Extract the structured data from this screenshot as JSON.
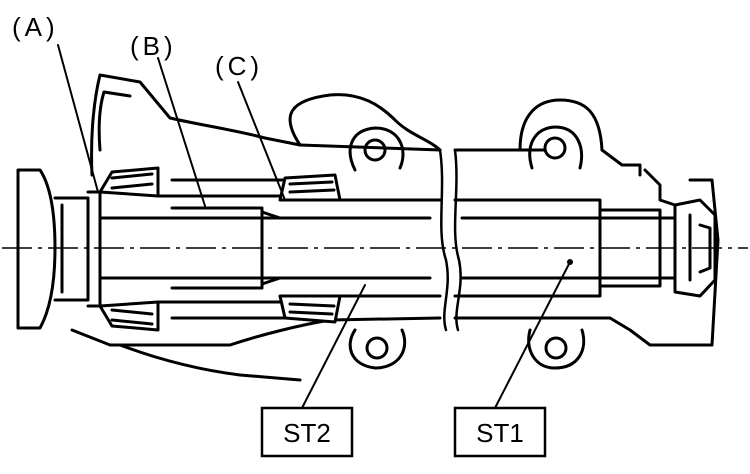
{
  "diagram": {
    "labels": {
      "a": "(A)",
      "b": "(B)",
      "c": "(C)"
    },
    "tools": {
      "st2": "ST2",
      "st1": "ST1"
    }
  }
}
